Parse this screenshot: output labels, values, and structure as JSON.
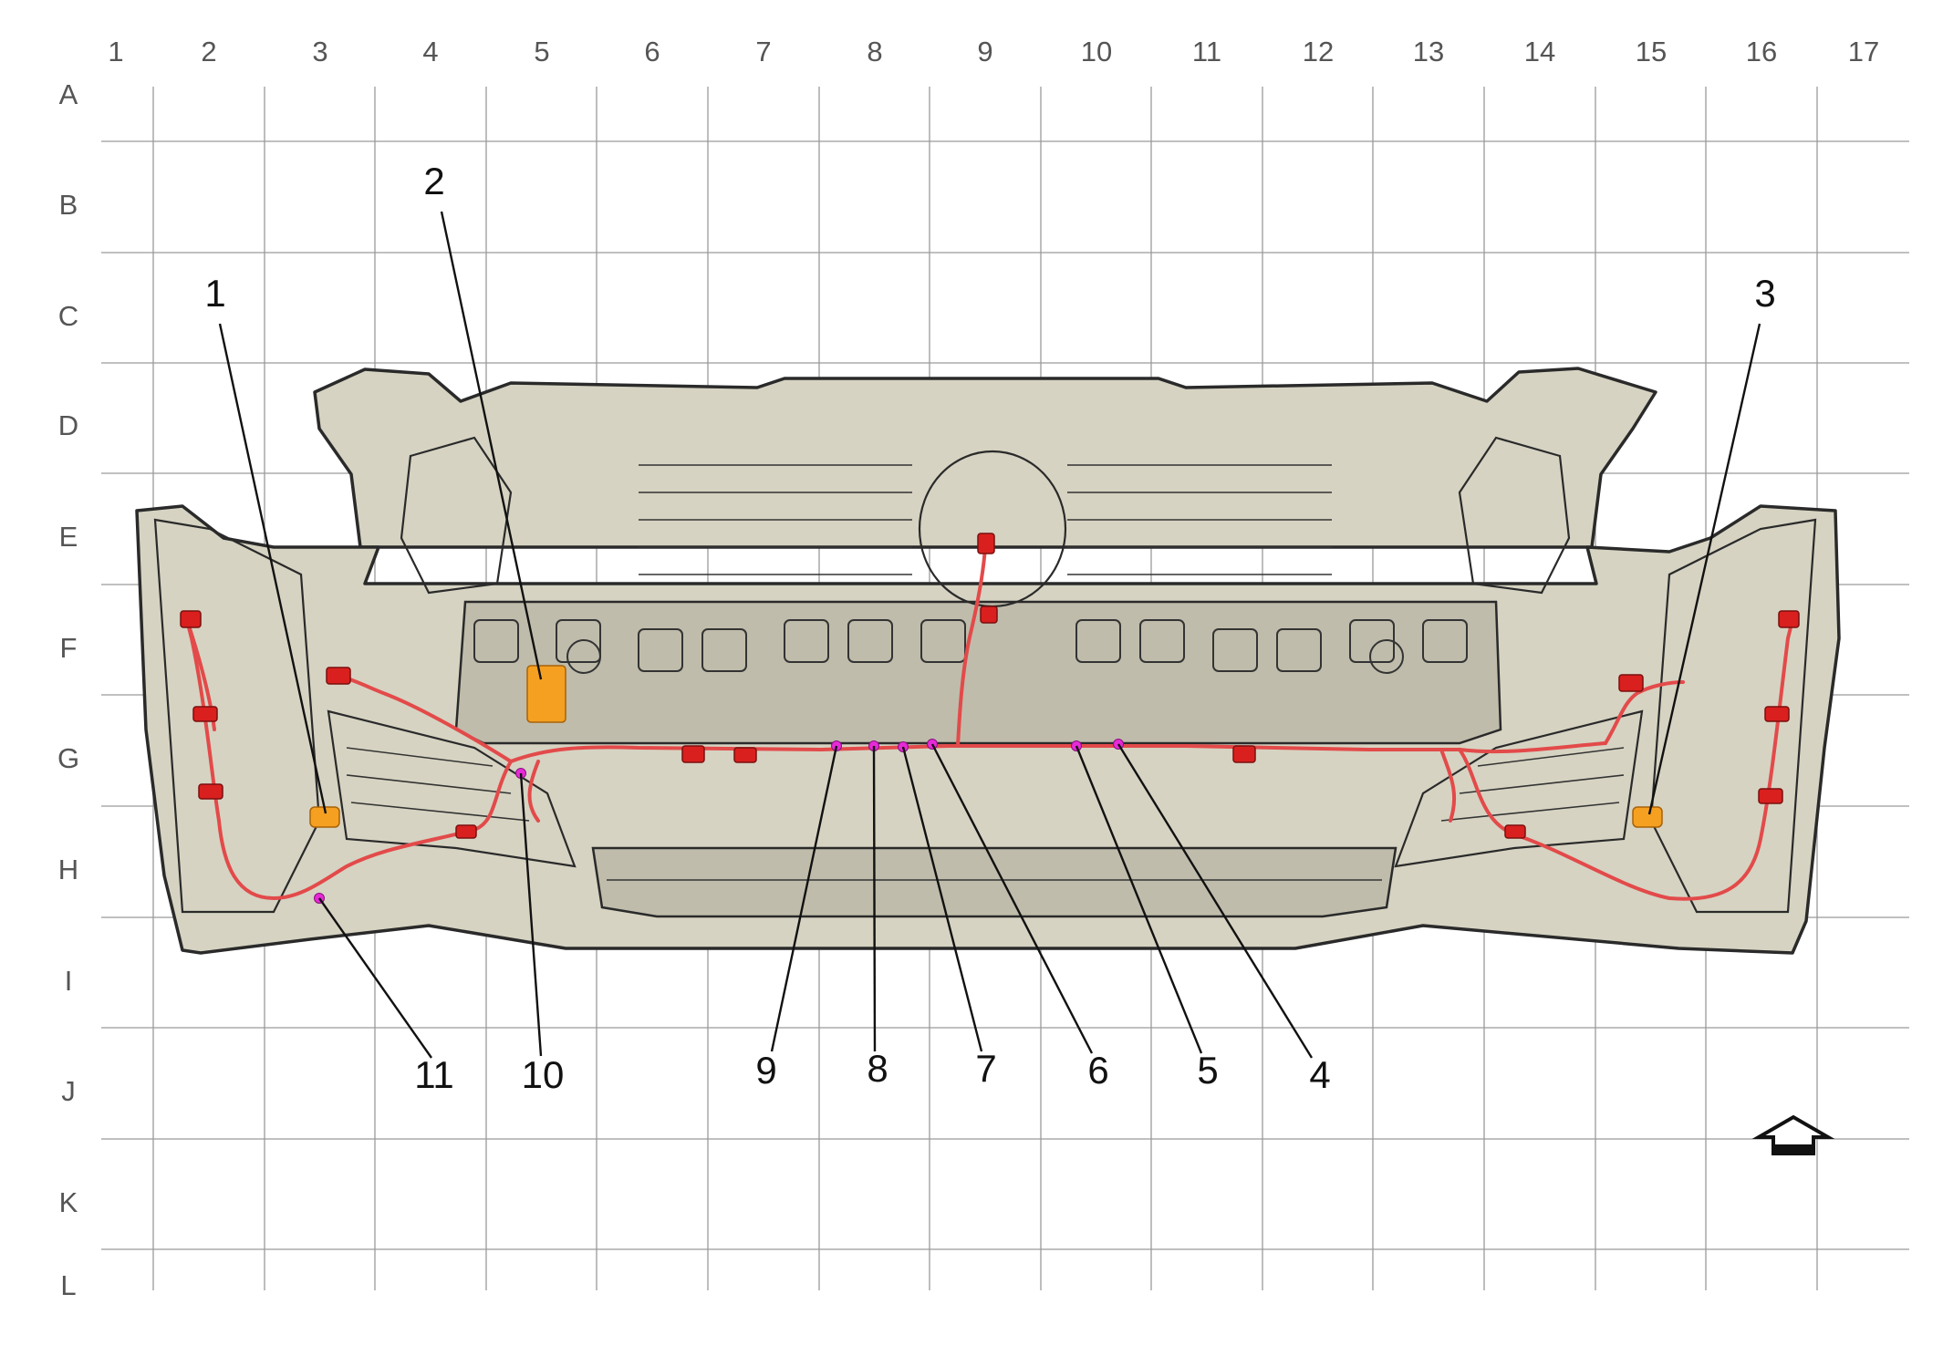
{
  "grid": {
    "columns": [
      "1",
      "2",
      "3",
      "4",
      "5",
      "6",
      "7",
      "8",
      "9",
      "10",
      "11",
      "12",
      "13",
      "14",
      "15",
      "16",
      "17"
    ],
    "rows": [
      "A",
      "B",
      "C",
      "D",
      "E",
      "F",
      "G",
      "H",
      "I",
      "J",
      "K",
      "L"
    ]
  },
  "callouts": [
    "1",
    "2",
    "3",
    "4",
    "5",
    "6",
    "7",
    "8",
    "9",
    "10",
    "11"
  ],
  "colors": {
    "harness": "#e34a4a",
    "connector": "#d9201e",
    "component": "#f5a021",
    "clip": "#e62ad6",
    "bumper": "#d6d3c2"
  },
  "icons": {
    "orientation": "front-arrow-icon"
  }
}
